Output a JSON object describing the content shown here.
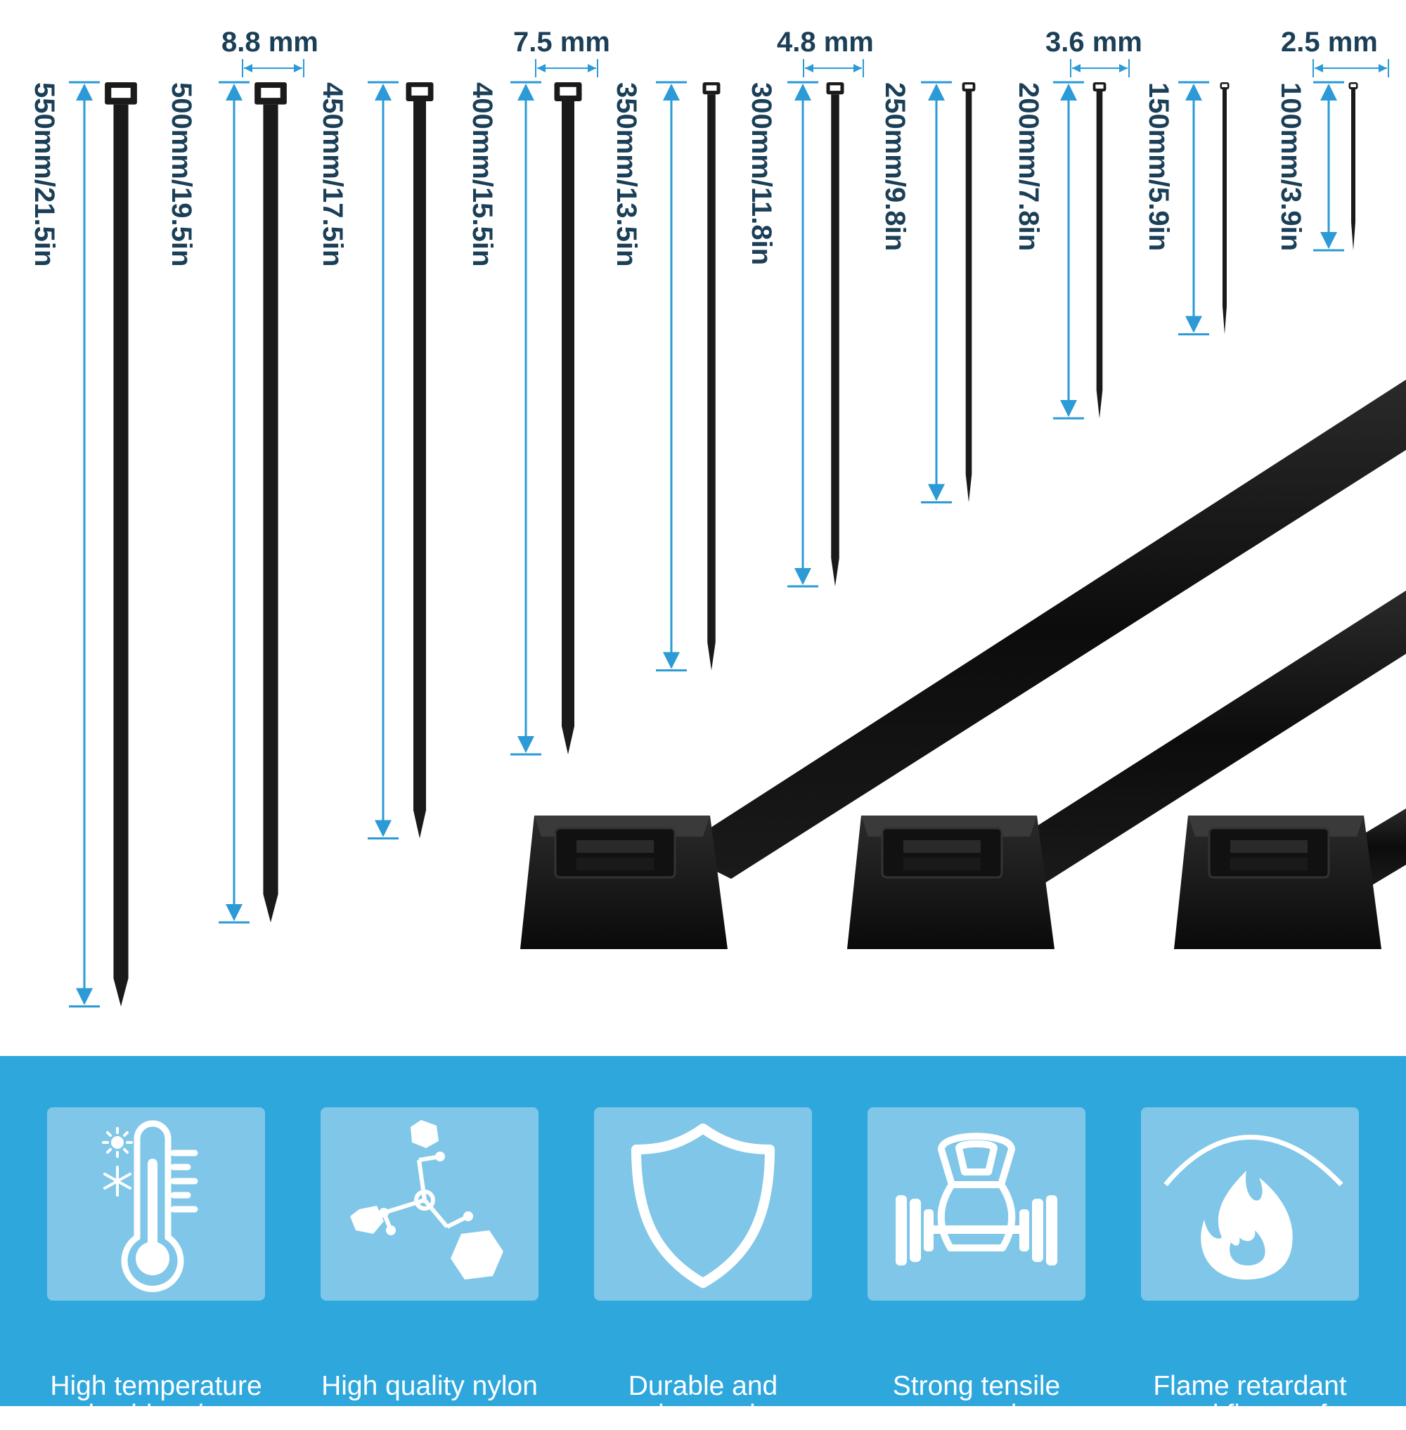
{
  "colors": {
    "accent": "#2ea7dc",
    "arrow": "#2b9ad6",
    "text": "#1b3f57",
    "tie": "#1a1a1a",
    "feature_box": "#7fc6e8",
    "feature_text": "#ffffff"
  },
  "widths": [
    {
      "label": "8.8 mm"
    },
    {
      "label": "7.5 mm"
    },
    {
      "label": "4.8 mm"
    },
    {
      "label": "3.6 mm"
    },
    {
      "label": "2.5 mm"
    }
  ],
  "ties": [
    {
      "length": "550mm/21.5in",
      "length_mm": 550,
      "width_mm": 8.8
    },
    {
      "length": "500mm/19.5in",
      "length_mm": 500,
      "width_mm": 8.8
    },
    {
      "length": "450mm/17.5in",
      "length_mm": 450,
      "width_mm": 7.5
    },
    {
      "length": "400mm/15.5in",
      "length_mm": 400,
      "width_mm": 7.5
    },
    {
      "length": "350mm/13.5in",
      "length_mm": 350,
      "width_mm": 4.8
    },
    {
      "length": "300mm/11.8in",
      "length_mm": 300,
      "width_mm": 4.8
    },
    {
      "length": "250mm/9.8in",
      "length_mm": 250,
      "width_mm": 3.6
    },
    {
      "length": "200mm/7.8in",
      "length_mm": 200,
      "width_mm": 3.6
    },
    {
      "length": "150mm/5.9in",
      "length_mm": 150,
      "width_mm": 2.5
    },
    {
      "length": "100mm/3.9in",
      "length_mm": 100,
      "width_mm": 2.5
    }
  ],
  "features": [
    {
      "label": "High temperature\nand cold resistant",
      "icon": "thermometer-icon"
    },
    {
      "label": "High quality nylon",
      "icon": "molecule-icon"
    },
    {
      "label": "Durable and\nanti-corrosion",
      "icon": "shield-icon"
    },
    {
      "label": "Strong tensile\nstrength",
      "icon": "kettlebell-dumbbell-icon"
    },
    {
      "label": "Flame retardant\nand fireproof",
      "icon": "flame-icon"
    }
  ]
}
